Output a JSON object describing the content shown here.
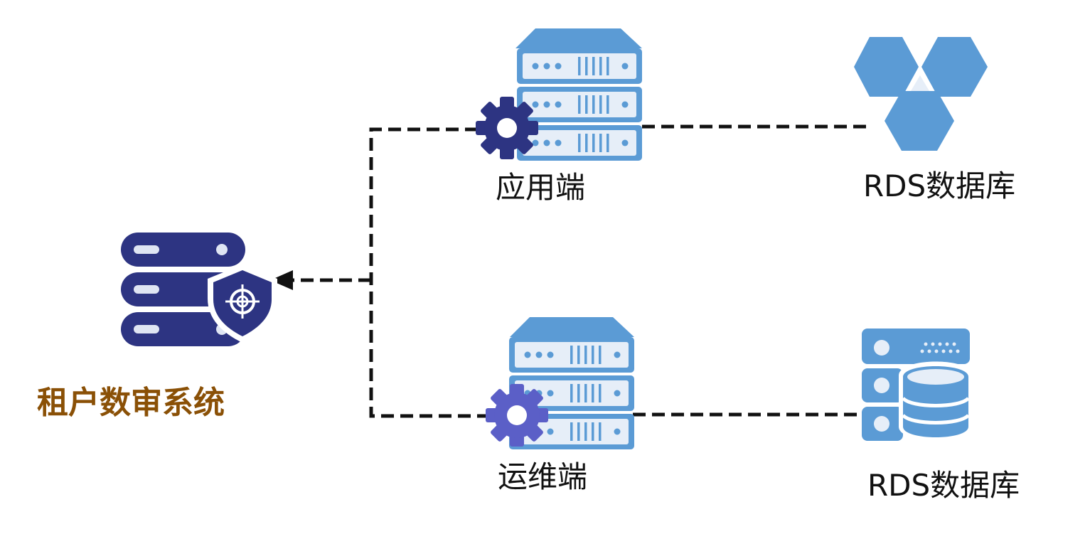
{
  "nodes": {
    "audit_system": {
      "label": "租户数审系统"
    },
    "app_server": {
      "label": "应用端"
    },
    "ops_server": {
      "label": "运维端"
    },
    "rds_top": {
      "label": "RDS数据库"
    },
    "rds_bottom": {
      "label": "RDS数据库"
    }
  },
  "colors": {
    "server_blue": "#5b9bd5",
    "server_slot": "#e6eef8",
    "audit_navy": "#2d3482",
    "gear_navy": "#2d3482",
    "gear_purple": "#5b5fc7",
    "audit_label": "#8a5006",
    "connector": "#111111"
  },
  "icons": {
    "audit_system": "server-shield-icon",
    "app_server": "server-gear-icon",
    "ops_server": "server-gear-icon",
    "rds_top": "hexagon-cluster-icon",
    "rds_bottom": "database-server-icon"
  }
}
